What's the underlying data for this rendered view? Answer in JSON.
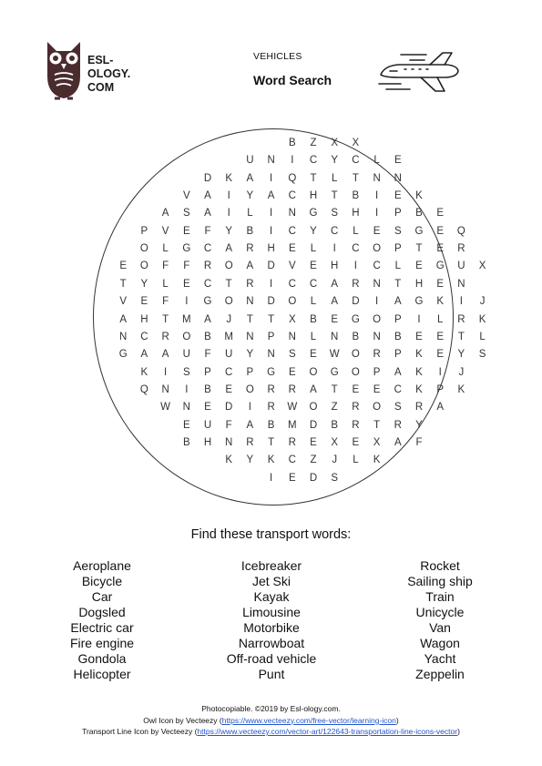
{
  "header": {
    "brand_lines": [
      "ESL-",
      "OLOGY.",
      "COM"
    ],
    "subject": "VEHICLES",
    "title": "Word Search",
    "logo_icon": "owl-icon",
    "illustration_icon": "airplane-line-icon",
    "logo_color": "#4a2c2f"
  },
  "grid": {
    "rows": [
      {
        "start": 9,
        "letters": [
          "B",
          "Z",
          "X",
          "X"
        ]
      },
      {
        "start": 7,
        "letters": [
          "U",
          "N",
          "I",
          "C",
          "Y",
          "C",
          "L",
          "E"
        ]
      },
      {
        "start": 5,
        "letters": [
          "D",
          "K",
          "A",
          "I",
          "Q",
          "T",
          "L",
          "T",
          "N",
          "N"
        ]
      },
      {
        "start": 4,
        "letters": [
          "V",
          "A",
          "I",
          "Y",
          "A",
          "C",
          "H",
          "T",
          "B",
          "I",
          "E",
          "K"
        ]
      },
      {
        "start": 3,
        "letters": [
          "A",
          "S",
          "A",
          "I",
          "L",
          "I",
          "N",
          "G",
          "S",
          "H",
          "I",
          "P",
          "B",
          "E"
        ]
      },
      {
        "start": 2,
        "letters": [
          "P",
          "V",
          "E",
          "F",
          "Y",
          "B",
          "I",
          "C",
          "Y",
          "C",
          "L",
          "E",
          "S",
          "G",
          "E",
          "Q"
        ]
      },
      {
        "start": 2,
        "letters": [
          "O",
          "L",
          "G",
          "C",
          "A",
          "R",
          "H",
          "E",
          "L",
          "I",
          "C",
          "O",
          "P",
          "T",
          "E",
          "R"
        ]
      },
      {
        "start": 1,
        "letters": [
          "E",
          "O",
          "F",
          "F",
          "R",
          "O",
          "A",
          "D",
          "V",
          "E",
          "H",
          "I",
          "C",
          "L",
          "E",
          "G",
          "U",
          "X"
        ]
      },
      {
        "start": 1,
        "letters": [
          "T",
          "Y",
          "L",
          "E",
          "C",
          "T",
          "R",
          "I",
          "C",
          "C",
          "A",
          "R",
          "N",
          "T",
          "H",
          "E",
          "N"
        ]
      },
      {
        "start": 1,
        "letters": [
          "V",
          "E",
          "F",
          "I",
          "G",
          "O",
          "N",
          "D",
          "O",
          "L",
          "A",
          "D",
          "I",
          "A",
          "G",
          "K",
          "I",
          "J"
        ]
      },
      {
        "start": 1,
        "letters": [
          "A",
          "H",
          "T",
          "M",
          "A",
          "J",
          "T",
          "T",
          "X",
          "B",
          "E",
          "G",
          "O",
          "P",
          "I",
          "L",
          "R",
          "K"
        ]
      },
      {
        "start": 1,
        "letters": [
          "N",
          "C",
          "R",
          "O",
          "B",
          "M",
          "N",
          "P",
          "N",
          "L",
          "N",
          "B",
          "N",
          "B",
          "E",
          "E",
          "T",
          "L"
        ]
      },
      {
        "start": 1,
        "letters": [
          "G",
          "A",
          "A",
          "U",
          "F",
          "U",
          "Y",
          "N",
          "S",
          "E",
          "W",
          "O",
          "R",
          "P",
          "K",
          "E",
          "Y",
          "S"
        ]
      },
      {
        "start": 2,
        "letters": [
          "K",
          "I",
          "S",
          "P",
          "C",
          "P",
          "G",
          "E",
          "O",
          "G",
          "O",
          "P",
          "A",
          "K",
          "I",
          "J"
        ]
      },
      {
        "start": 2,
        "letters": [
          "Q",
          "N",
          "I",
          "B",
          "E",
          "O",
          "R",
          "R",
          "A",
          "T",
          "E",
          "E",
          "C",
          "K",
          "P",
          "K"
        ]
      },
      {
        "start": 3,
        "letters": [
          "W",
          "N",
          "E",
          "D",
          "I",
          "R",
          "W",
          "O",
          "Z",
          "R",
          "O",
          "S",
          "R",
          "A"
        ]
      },
      {
        "start": 4,
        "letters": [
          "E",
          "U",
          "F",
          "A",
          "B",
          "M",
          "D",
          "B",
          "R",
          "T",
          "R",
          "Y"
        ]
      },
      {
        "start": 4,
        "letters": [
          "B",
          "H",
          "N",
          "R",
          "T",
          "R",
          "E",
          "X",
          "E",
          "X",
          "A",
          "F"
        ]
      },
      {
        "start": 6,
        "letters": [
          "K",
          "Y",
          "K",
          "C",
          "Z",
          "J",
          "L",
          "K"
        ]
      },
      {
        "start": 8,
        "letters": [
          "I",
          "E",
          "D",
          "S"
        ]
      }
    ]
  },
  "instructions": "Find these transport words:",
  "words": [
    [
      "Aeroplane",
      "Bicycle",
      "Car",
      "Dogsled",
      "Electric car",
      "Fire engine",
      "Gondola",
      "Helicopter"
    ],
    [
      "Icebreaker",
      "Jet Ski",
      "Kayak",
      "Limousine",
      "Motorbike",
      "Narrowboat",
      "Off-road vehicle",
      "Punt"
    ],
    [
      "Rocket",
      "Sailing ship",
      "Train",
      "Unicycle",
      "Van",
      "Wagon",
      "Yacht",
      "Zeppelin"
    ]
  ],
  "footer": {
    "line1": "Photocopiable. ©2019 by Esl-ology.com.",
    "owl_prefix": "Owl Icon by Vecteezy (",
    "owl_url": "https://www.vecteezy.com/free-vector/learning-icon",
    "owl_suffix": ")",
    "transport_prefix": "Transport Line Icon by Vecteezy (",
    "transport_url": "https://www.vecteezy.com/vector-art/122643-transportation-line-icons-vector",
    "transport_suffix": ")"
  }
}
